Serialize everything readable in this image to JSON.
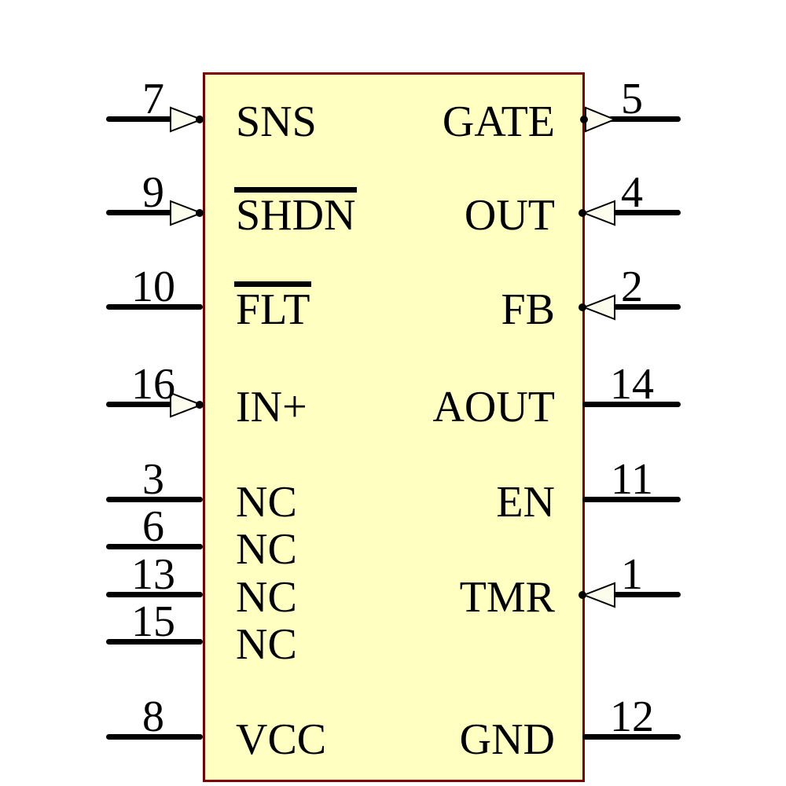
{
  "component": {
    "kind": "ic-schematic-symbol",
    "body_fill": "#FFFFC2",
    "body_border": "#7D0000",
    "arrow_fill": "#FDFDEE",
    "wire_color": "#000000"
  },
  "pins": {
    "left": [
      {
        "number": "7",
        "label": "SNS",
        "arrow": "in",
        "overline": false
      },
      {
        "number": "9",
        "label": "SHDN",
        "arrow": "in",
        "overline": true
      },
      {
        "number": "10",
        "label": "FLT",
        "arrow": "none",
        "overline": true
      },
      {
        "number": "16",
        "label": "IN+",
        "arrow": "in",
        "overline": false
      },
      {
        "number": "3",
        "label": "NC",
        "arrow": "none",
        "overline": false
      },
      {
        "number": "6",
        "label": "NC",
        "arrow": "none",
        "overline": false
      },
      {
        "number": "13",
        "label": "NC",
        "arrow": "none",
        "overline": false
      },
      {
        "number": "15",
        "label": "NC",
        "arrow": "none",
        "overline": false
      },
      {
        "number": "8",
        "label": "VCC",
        "arrow": "none",
        "overline": false
      }
    ],
    "right": [
      {
        "number": "5",
        "label": "GATE",
        "arrow": "out",
        "overline": false
      },
      {
        "number": "4",
        "label": "OUT",
        "arrow": "in",
        "overline": false
      },
      {
        "number": "2",
        "label": "FB",
        "arrow": "in",
        "overline": false
      },
      {
        "number": "14",
        "label": "AOUT",
        "arrow": "none",
        "overline": false
      },
      {
        "number": "11",
        "label": "EN",
        "arrow": "none",
        "overline": false
      },
      {
        "number": "1",
        "label": "TMR",
        "arrow": "in",
        "overline": false
      },
      {
        "number": "12",
        "label": "GND",
        "arrow": "none",
        "overline": false
      }
    ]
  }
}
